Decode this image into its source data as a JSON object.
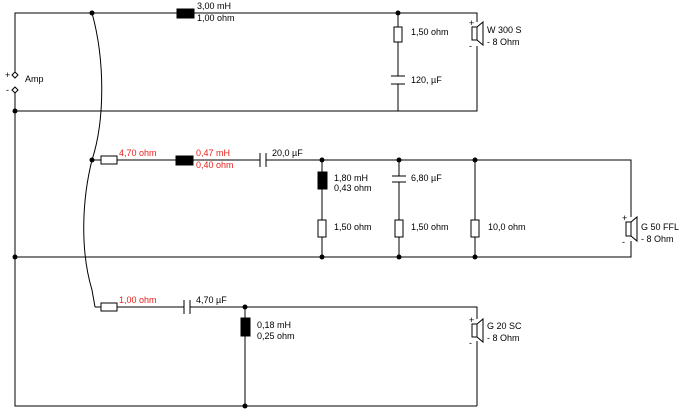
{
  "amp": {
    "label": "Amp",
    "plus": "+",
    "minus": "-"
  },
  "woofer": {
    "inductor": {
      "mh": "3,00 mH",
      "ohm": "1,00 ohm"
    },
    "resistor": "1,50 ohm",
    "capacitor": "120, µF",
    "speaker": {
      "name": "W 300 S",
      "impedance": "- 8 Ohm",
      "plus": "+",
      "minus": "-"
    }
  },
  "mid": {
    "series_resistor": "4,70 ohm",
    "inductor": {
      "mh": "0,47 mH",
      "ohm": "0,40 ohm"
    },
    "capacitor": "20,0 µF",
    "shunt_inductor": {
      "mh": "1,80 mH",
      "ohm": "0,43 ohm"
    },
    "shunt_res_1": "1,50 ohm",
    "shunt_capacitor": "6,80 µF",
    "shunt_res_2": "1,50 ohm",
    "shunt_res_3": "10,0 ohm",
    "speaker": {
      "name": "G 50 FFL",
      "impedance": "- 8 Ohm",
      "plus": "+",
      "minus": "-"
    }
  },
  "tweeter": {
    "series_resistor": "1,00 ohm",
    "capacitor": "4,70 µF",
    "shunt_inductor": {
      "mh": "0,18 mH",
      "ohm": "0,25 ohm"
    },
    "speaker": {
      "name": "G 20 SC",
      "impedance": "- 8 Ohm",
      "plus": "+",
      "minus": "-"
    }
  },
  "colors": {
    "wire": "#000000",
    "highlight": "#e8211c"
  }
}
